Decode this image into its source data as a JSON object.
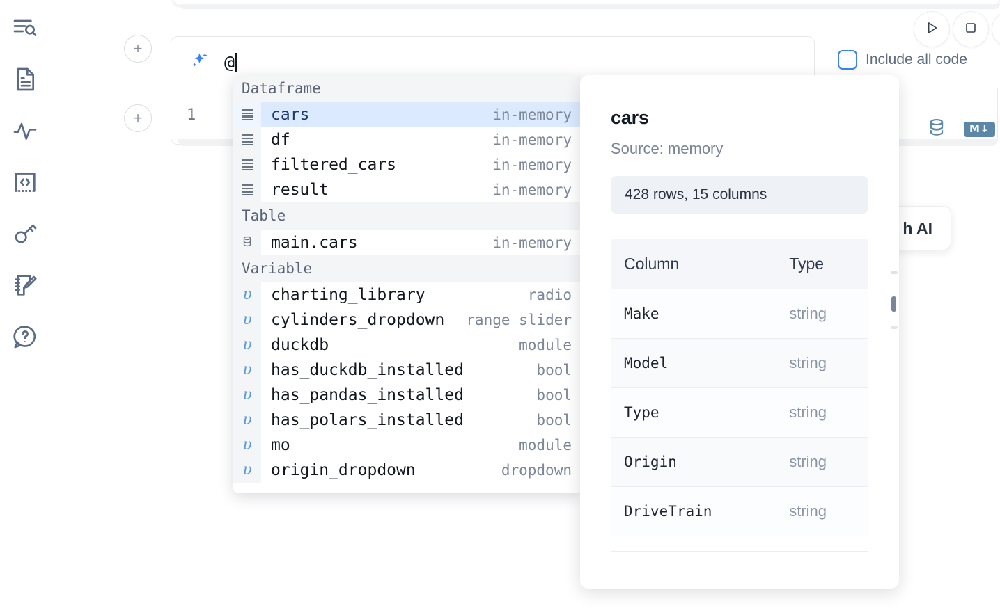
{
  "rail": {
    "items": [
      {
        "name": "explore-icon",
        "label": "Explore"
      },
      {
        "name": "notebook-file-icon",
        "label": "Files"
      },
      {
        "name": "activity-icon",
        "label": "Activity"
      },
      {
        "name": "code-snippets-icon",
        "label": "Snippets"
      },
      {
        "name": "secrets-key-icon",
        "label": "Secrets"
      },
      {
        "name": "scratchpad-edit-icon",
        "label": "Scratchpad"
      },
      {
        "name": "help-chat-icon",
        "label": "Help"
      }
    ]
  },
  "toolbar": {
    "run_label": "Run",
    "stop_label": "Stop",
    "include_all_code": "Include all code",
    "include_all_code_checked": false,
    "accent_color": "#3b82f6"
  },
  "editor": {
    "add_cell_label": "+",
    "prompt_value": "@",
    "line_number": "1",
    "sparkle_icon": "ai-sparkle-icon"
  },
  "cell_icons": {
    "database_label": "SQL",
    "markdown_label": "M↓"
  },
  "ai_card": {
    "text": "h AI"
  },
  "autocomplete": {
    "groups": [
      {
        "label": "Dataframe",
        "icon": "dataframe-icon",
        "items": [
          {
            "name": "cars",
            "type": "in-memory",
            "selected": true
          },
          {
            "name": "df",
            "type": "in-memory",
            "selected": false
          },
          {
            "name": "filtered_cars",
            "type": "in-memory",
            "selected": false
          },
          {
            "name": "result",
            "type": "in-memory",
            "selected": false
          }
        ]
      },
      {
        "label": "Table",
        "icon": "database-icon",
        "items": [
          {
            "name": "main.cars",
            "type": "in-memory",
            "selected": false
          }
        ]
      },
      {
        "label": "Variable",
        "icon": "variable-icon",
        "items": [
          {
            "name": "charting_library",
            "type": "radio",
            "selected": false
          },
          {
            "name": "cylinders_dropdown",
            "type": "range_slider",
            "selected": false
          },
          {
            "name": "duckdb",
            "type": "module",
            "selected": false
          },
          {
            "name": "has_duckdb_installed",
            "type": "bool",
            "selected": false
          },
          {
            "name": "has_pandas_installed",
            "type": "bool",
            "selected": false
          },
          {
            "name": "has_polars_installed",
            "type": "bool",
            "selected": false
          },
          {
            "name": "mo",
            "type": "module",
            "selected": false
          },
          {
            "name": "origin_dropdown",
            "type": "dropdown",
            "selected": false
          }
        ]
      }
    ]
  },
  "doc": {
    "title": "cars",
    "source": "Source: memory",
    "shape": "428 rows, 15 columns",
    "columns_header": "Column",
    "type_header": "Type",
    "rows": [
      {
        "column": "Make",
        "type": "string"
      },
      {
        "column": "Model",
        "type": "string"
      },
      {
        "column": "Type",
        "type": "string"
      },
      {
        "column": "Origin",
        "type": "string"
      },
      {
        "column": "DriveTrain",
        "type": "string"
      }
    ]
  }
}
